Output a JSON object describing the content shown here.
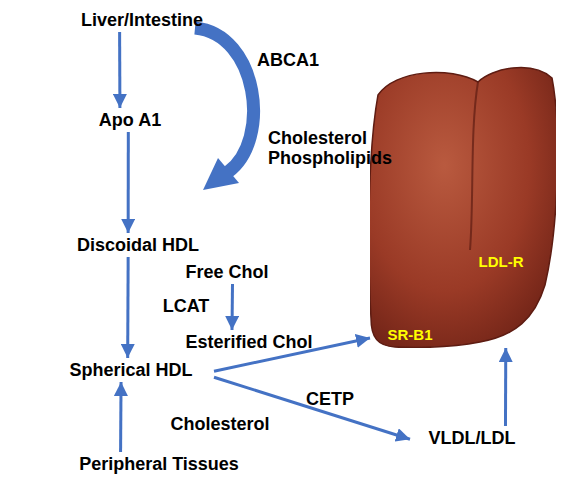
{
  "diagram": {
    "nodes": [
      {
        "text": [
          "Liver/Intestine"
        ]
      },
      {
        "text": [
          "Apo A1"
        ]
      },
      {
        "text": [
          "Discoidal HDL"
        ]
      },
      {
        "text": [
          "Free Chol"
        ]
      },
      {
        "text": [
          "Esterified Chol"
        ]
      },
      {
        "text": [
          "Spherical HDL"
        ]
      },
      {
        "text": [
          "SR-B1",
          "LDL-R"
        ]
      },
      {
        "text": [
          "VLDL/LDL"
        ]
      },
      {
        "text": [
          "Peripheral Tissues"
        ]
      }
    ],
    "edges": [
      {
        "from": 0,
        "to": 1,
        "arrow": "to"
      },
      {
        "from": 1,
        "to": 2,
        "arrow": "to"
      },
      {
        "from": 2,
        "to": 5,
        "arrow": "to"
      },
      {
        "from": 3,
        "to": 4,
        "arrow": "to",
        "label": "LCAT"
      },
      {
        "from": 5,
        "to": 6,
        "arrow": "to"
      },
      {
        "from": 5,
        "to": 7,
        "arrow": "to",
        "label": "CETP"
      },
      {
        "from": 7,
        "to": 6,
        "arrow": "to"
      },
      {
        "from": 8,
        "to": 5,
        "arrow": "to",
        "label": "Cholesterol"
      }
    ],
    "labels": [
      "ABCA1",
      "Cholesterol Phospholipids"
    ]
  }
}
